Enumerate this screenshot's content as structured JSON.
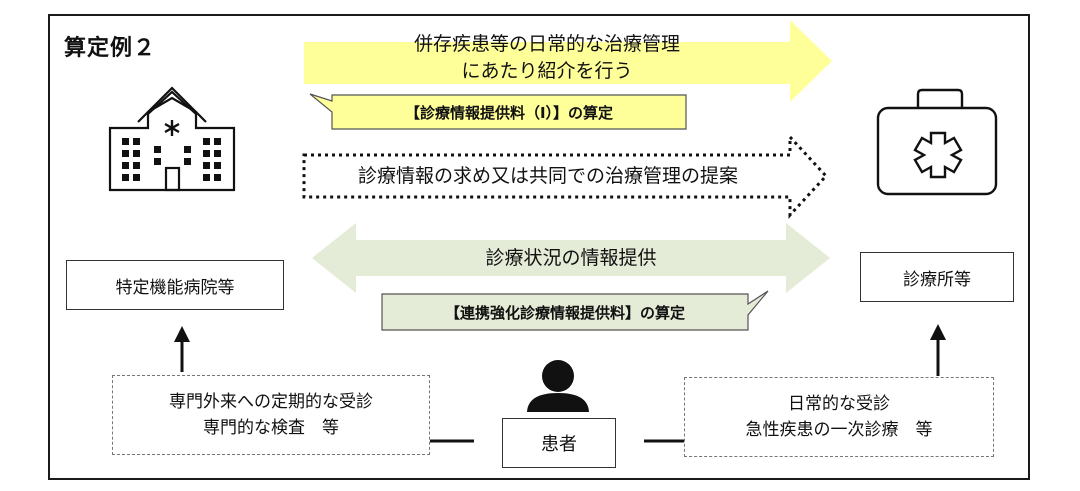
{
  "title": "算定例２",
  "arrow_top": {
    "line1": "併存疾患等の日常的な治療管理",
    "line2": "にあたり紹介を行う"
  },
  "callout_top": "【診療情報提供料（Ⅰ）】の算定",
  "arrow_dotted": "診療情報の求め又は共同での治療管理の提案",
  "arrow_double": "診療状況の情報提供",
  "callout_bottom": "【連携強化診療情報提供料】の算定",
  "left_box": "特定機能病院等",
  "right_box": "診療所等",
  "patient": "患者",
  "left_note": {
    "line1": "専門外来への定期的な受診",
    "line2": "専門的な検査　等"
  },
  "right_note": {
    "line1": "日常的な受診",
    "line2": "急性疾患の一次診療　等"
  },
  "colors": {
    "yellow_arrow": "#ffff9a",
    "green_arrow": "#e4ebd6",
    "callout_top": "#ffff9a",
    "callout_bottom": "#e4ebd6"
  },
  "icons": [
    "hospital-icon",
    "medical-bag-icon",
    "patient-icon"
  ]
}
